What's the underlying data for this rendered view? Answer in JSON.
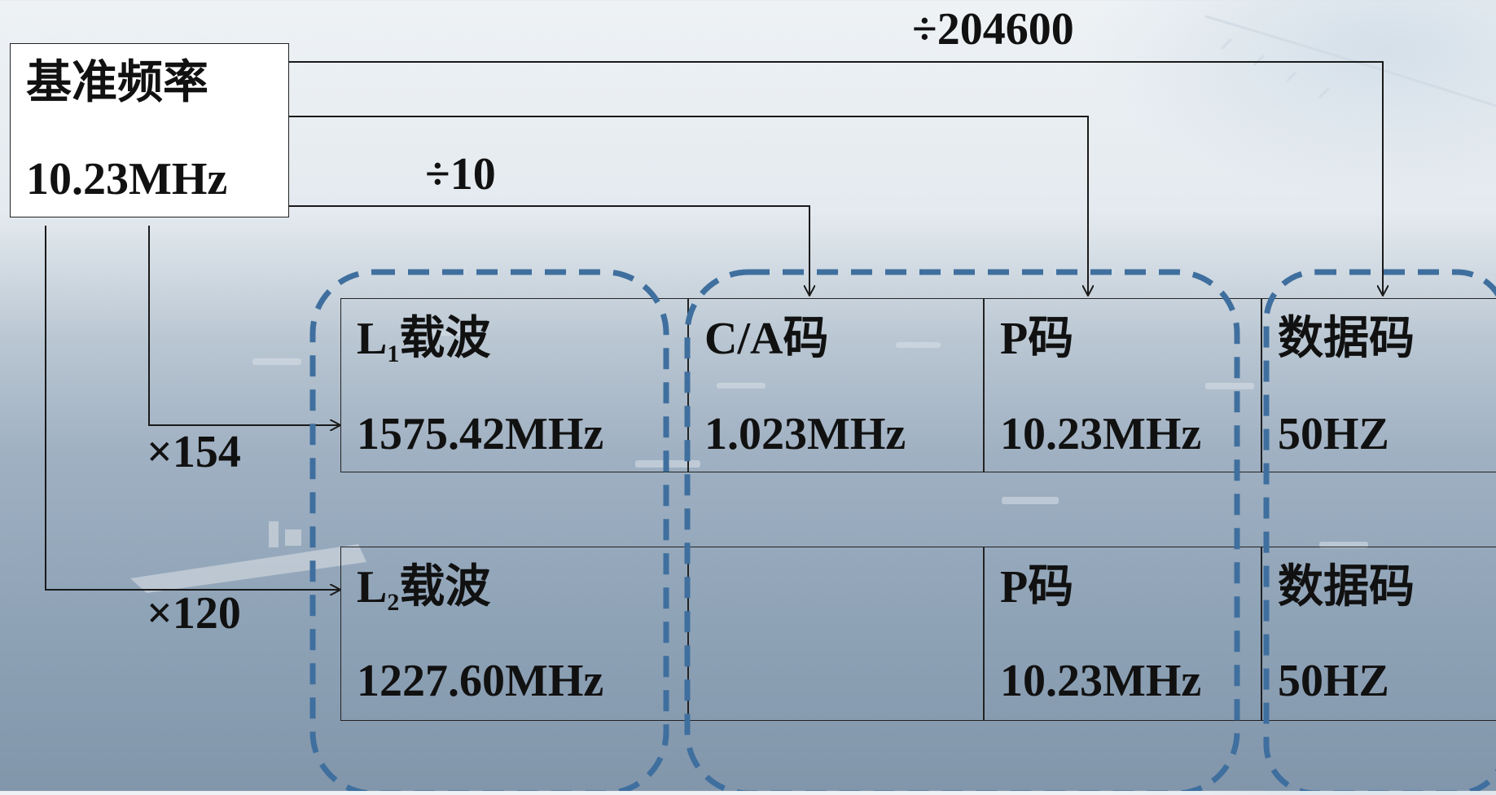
{
  "source": {
    "title": "基准频率",
    "freq": "10.23MHz"
  },
  "ops": {
    "div_data": "÷204600",
    "div_ca": "÷10",
    "mul_l1": "×154",
    "mul_l2": "×120"
  },
  "rows": [
    {
      "carrier": {
        "name": "L",
        "sub": "1",
        "suffix": "载波",
        "freq": "1575.42MHz"
      },
      "ca": {
        "name": "C/A码",
        "freq": "1.023MHz"
      },
      "p": {
        "name": "P码",
        "freq": "10.23MHz"
      },
      "data": {
        "name": "数据码",
        "freq": "50HZ"
      }
    },
    {
      "carrier": {
        "name": "L",
        "sub": "2",
        "suffix": "载波",
        "freq": "1227.60MHz"
      },
      "ca": {
        "name": "",
        "freq": ""
      },
      "p": {
        "name": "P码",
        "freq": "10.23MHz"
      },
      "data": {
        "name": "数据码",
        "freq": "50HZ"
      }
    }
  ],
  "colors": {
    "dashed_group": "#3f6f9e",
    "line": "#1a1a1a",
    "box_fill": "#ffffff"
  }
}
